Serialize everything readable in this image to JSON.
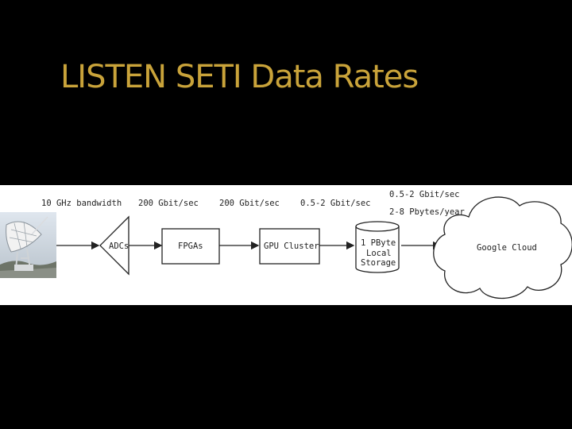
{
  "slide": {
    "title": "LISTEN SETI Data Rates"
  },
  "diagram": {
    "rate_labels": {
      "bandwidth": "10 GHz bandwidth",
      "adc_out": "200 Gbit/sec",
      "fpga_out": "200 Gbit/sec",
      "gpu_out": "0.5-2 Gbit/sec",
      "cloud_rate": "0.5-2 Gbit/sec",
      "cloud_volume": "2-8 Pbytes/year"
    },
    "nodes": {
      "adcs": "ADCs",
      "fpgas": "FPGAs",
      "gpu": "GPU Cluster",
      "storage_line1": "1 PByte",
      "storage_line2": "Local",
      "storage_line3": "Storage",
      "cloud": "Google Cloud"
    },
    "telescope_image": "radio-telescope-photo"
  }
}
